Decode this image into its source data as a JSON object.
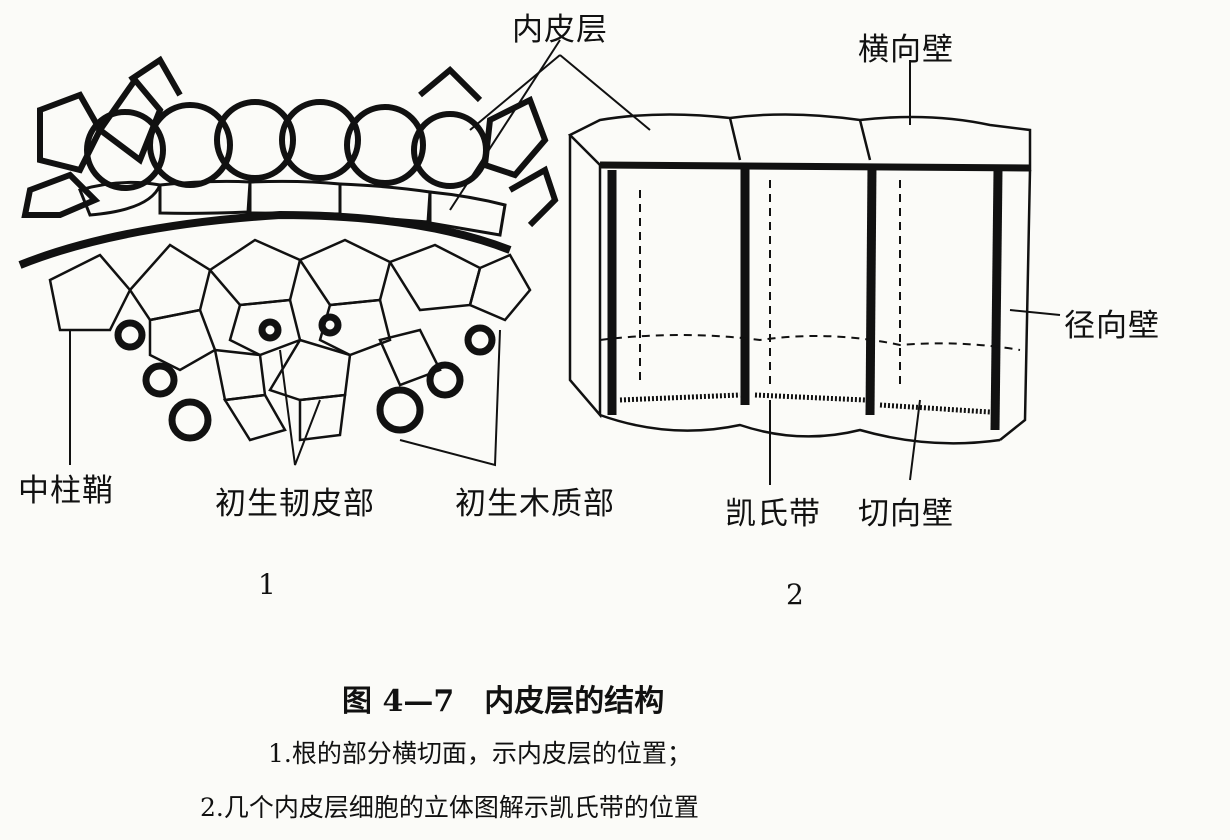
{
  "panel1": {
    "number": "1",
    "labels": {
      "endodermis": "内皮层",
      "pericycle": "中柱鞘",
      "primary_phloem": "初生韧皮部",
      "primary_xylem": "初生木质部"
    }
  },
  "panel2": {
    "number": "2",
    "labels": {
      "transverse_wall": "横向壁",
      "radial_wall": "径向壁",
      "casparian_strip": "凯氏带",
      "tangential_wall": "切向壁"
    }
  },
  "caption": {
    "title": "图 4—7　内皮层的结构",
    "line1": "1.根的部分横切面，示内皮层的位置；",
    "line2": "2.几个内皮层细胞的立体图解示凯氏带的位置"
  }
}
